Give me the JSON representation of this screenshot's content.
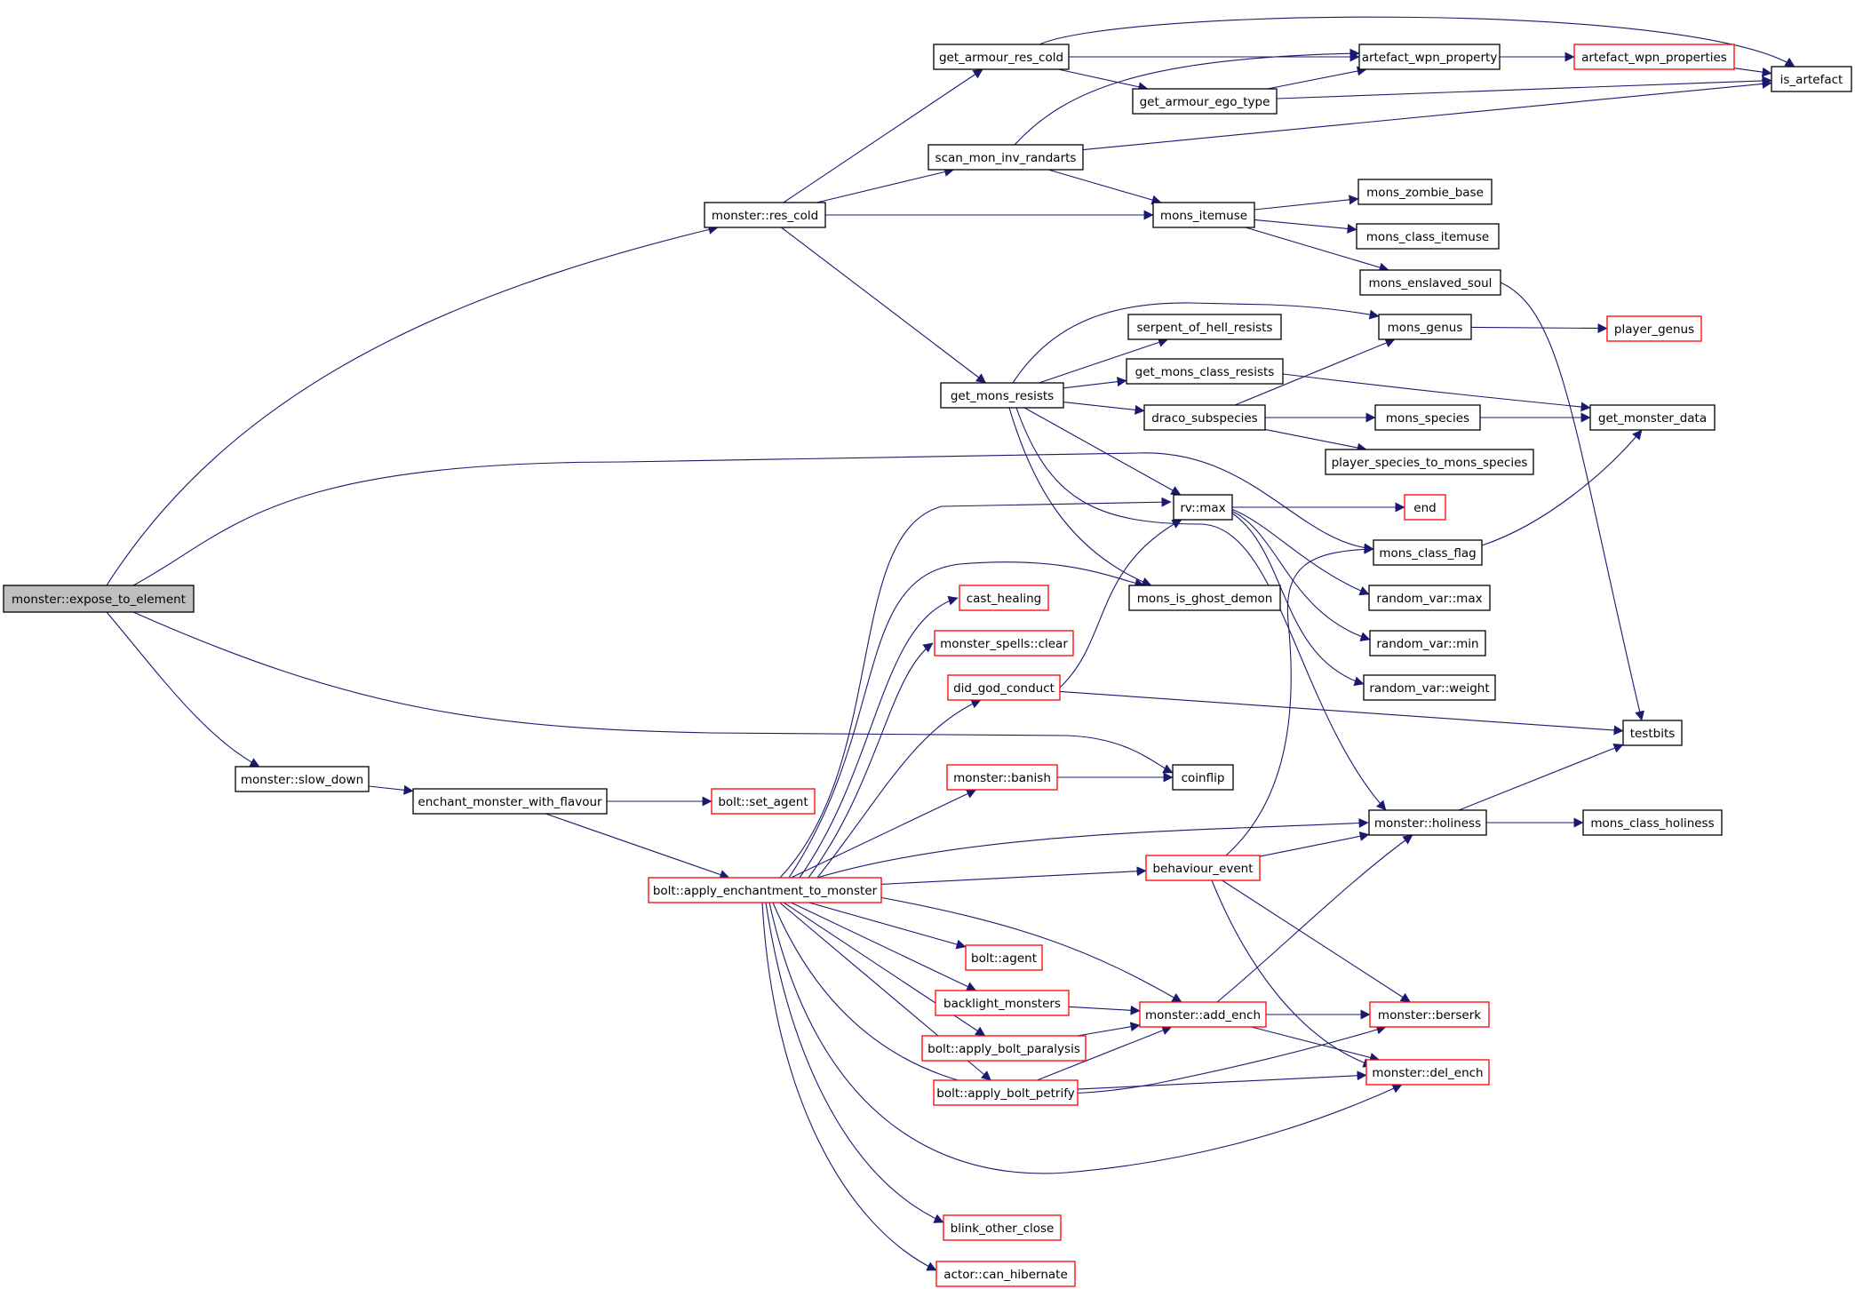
{
  "title": "",
  "colors": {
    "edge": "#191970",
    "arrowhead": "#191970",
    "node_border_linked": "#000000",
    "node_border_undocumented": "#ff0000",
    "root_fill": "#bfbfbf",
    "node_fill": "#ffffff",
    "background": "#ffffff"
  },
  "nodes": [
    {
      "id": "expose_to_element",
      "label": "monster::expose_to_element",
      "style": "root"
    },
    {
      "id": "res_cold",
      "label": "monster::res_cold",
      "style": "black"
    },
    {
      "id": "slow_down",
      "label": "monster::slow_down",
      "style": "black"
    },
    {
      "id": "get_armour_res_cold",
      "label": "get_armour_res_cold",
      "style": "black"
    },
    {
      "id": "scan_mon_inv_randarts",
      "label": "scan_mon_inv_randarts",
      "style": "black"
    },
    {
      "id": "get_mons_resists",
      "label": "get_mons_resists",
      "style": "black"
    },
    {
      "id": "artefact_wpn_property",
      "label": "artefact_wpn_property",
      "style": "black"
    },
    {
      "id": "get_armour_ego_type",
      "label": "get_armour_ego_type",
      "style": "black"
    },
    {
      "id": "artefact_wpn_properties",
      "label": "artefact_wpn_properties",
      "style": "red"
    },
    {
      "id": "is_artefact",
      "label": "is_artefact",
      "style": "black"
    },
    {
      "id": "mons_itemuse",
      "label": "mons_itemuse",
      "style": "black"
    },
    {
      "id": "mons_zombie_base",
      "label": "mons_zombie_base",
      "style": "black"
    },
    {
      "id": "mons_class_itemuse",
      "label": "mons_class_itemuse",
      "style": "black"
    },
    {
      "id": "mons_enslaved_soul",
      "label": "mons_enslaved_soul",
      "style": "black"
    },
    {
      "id": "serpent_of_hell_resists",
      "label": "serpent_of_hell_resists",
      "style": "black"
    },
    {
      "id": "mons_genus",
      "label": "mons_genus",
      "style": "black"
    },
    {
      "id": "player_genus",
      "label": "player_genus",
      "style": "red"
    },
    {
      "id": "get_mons_class_resists",
      "label": "get_mons_class_resists",
      "style": "black"
    },
    {
      "id": "draco_subspecies",
      "label": "draco_subspecies",
      "style": "black"
    },
    {
      "id": "mons_species",
      "label": "mons_species",
      "style": "black"
    },
    {
      "id": "get_monster_data",
      "label": "get_monster_data",
      "style": "black"
    },
    {
      "id": "player_species_to_mons_species",
      "label": "player_species_to_mons_species",
      "style": "black"
    },
    {
      "id": "rv_max",
      "label": "rv::max",
      "style": "black"
    },
    {
      "id": "end",
      "label": "end",
      "style": "red"
    },
    {
      "id": "mons_class_flag",
      "label": "mons_class_flag",
      "style": "black"
    },
    {
      "id": "random_var_max",
      "label": "random_var::max",
      "style": "black"
    },
    {
      "id": "random_var_min",
      "label": "random_var::min",
      "style": "black"
    },
    {
      "id": "random_var_weight",
      "label": "random_var::weight",
      "style": "black"
    },
    {
      "id": "mons_is_ghost_demon",
      "label": "mons_is_ghost_demon",
      "style": "black"
    },
    {
      "id": "cast_healing",
      "label": "cast_healing",
      "style": "red"
    },
    {
      "id": "monster_spells_clear",
      "label": "monster_spells::clear",
      "style": "red"
    },
    {
      "id": "did_god_conduct",
      "label": "did_god_conduct",
      "style": "red"
    },
    {
      "id": "testbits",
      "label": "testbits",
      "style": "black"
    },
    {
      "id": "monster_banish",
      "label": "monster::banish",
      "style": "red"
    },
    {
      "id": "coinflip",
      "label": "coinflip",
      "style": "black"
    },
    {
      "id": "enchant_monster_with_flavour",
      "label": "enchant_monster_with_flavour",
      "style": "black"
    },
    {
      "id": "bolt_set_agent",
      "label": "bolt::set_agent",
      "style": "red"
    },
    {
      "id": "monster_holiness",
      "label": "monster::holiness",
      "style": "black"
    },
    {
      "id": "mons_class_holiness",
      "label": "mons_class_holiness",
      "style": "black"
    },
    {
      "id": "bolt_apply_enchantment_to_monster",
      "label": "bolt::apply_enchantment_to_monster",
      "style": "red"
    },
    {
      "id": "behaviour_event",
      "label": "behaviour_event",
      "style": "red"
    },
    {
      "id": "bolt_agent",
      "label": "bolt::agent",
      "style": "red"
    },
    {
      "id": "backlight_monsters",
      "label": "backlight_monsters",
      "style": "red"
    },
    {
      "id": "monster_add_ench",
      "label": "monster::add_ench",
      "style": "red"
    },
    {
      "id": "monster_berserk",
      "label": "monster::berserk",
      "style": "red"
    },
    {
      "id": "bolt_apply_bolt_paralysis",
      "label": "bolt::apply_bolt_paralysis",
      "style": "red"
    },
    {
      "id": "bolt_apply_bolt_petrify",
      "label": "bolt::apply_bolt_petrify",
      "style": "red"
    },
    {
      "id": "monster_del_ench",
      "label": "monster::del_ench",
      "style": "red"
    },
    {
      "id": "blink_other_close",
      "label": "blink_other_close",
      "style": "red"
    },
    {
      "id": "actor_can_hibernate",
      "label": "actor::can_hibernate",
      "style": "red"
    }
  ],
  "edges": [
    [
      "expose_to_element",
      "res_cold"
    ],
    [
      "expose_to_element",
      "mons_class_flag"
    ],
    [
      "expose_to_element",
      "slow_down"
    ],
    [
      "expose_to_element",
      "coinflip"
    ],
    [
      "res_cold",
      "get_armour_res_cold"
    ],
    [
      "res_cold",
      "scan_mon_inv_randarts"
    ],
    [
      "res_cold",
      "mons_itemuse"
    ],
    [
      "res_cold",
      "get_mons_resists"
    ],
    [
      "get_armour_res_cold",
      "artefact_wpn_property"
    ],
    [
      "get_armour_res_cold",
      "get_armour_ego_type"
    ],
    [
      "get_armour_res_cold",
      "is_artefact"
    ],
    [
      "get_armour_ego_type",
      "artefact_wpn_property"
    ],
    [
      "get_armour_ego_type",
      "is_artefact"
    ],
    [
      "artefact_wpn_property",
      "artefact_wpn_properties"
    ],
    [
      "artefact_wpn_properties",
      "is_artefact"
    ],
    [
      "scan_mon_inv_randarts",
      "artefact_wpn_property"
    ],
    [
      "scan_mon_inv_randarts",
      "is_artefact"
    ],
    [
      "scan_mon_inv_randarts",
      "mons_itemuse"
    ],
    [
      "mons_itemuse",
      "mons_zombie_base"
    ],
    [
      "mons_itemuse",
      "mons_class_itemuse"
    ],
    [
      "mons_itemuse",
      "mons_enslaved_soul"
    ],
    [
      "mons_enslaved_soul",
      "testbits"
    ],
    [
      "get_mons_resists",
      "serpent_of_hell_resists"
    ],
    [
      "get_mons_resists",
      "get_mons_class_resists"
    ],
    [
      "get_mons_resists",
      "mons_genus"
    ],
    [
      "get_mons_resists",
      "draco_subspecies"
    ],
    [
      "get_mons_resists",
      "rv_max"
    ],
    [
      "get_mons_resists",
      "mons_is_ghost_demon"
    ],
    [
      "get_mons_resists",
      "monster_holiness"
    ],
    [
      "get_mons_class_resists",
      "get_monster_data"
    ],
    [
      "draco_subspecies",
      "mons_genus"
    ],
    [
      "draco_subspecies",
      "mons_species"
    ],
    [
      "draco_subspecies",
      "player_species_to_mons_species"
    ],
    [
      "mons_genus",
      "player_genus"
    ],
    [
      "mons_species",
      "get_monster_data"
    ],
    [
      "mons_class_flag",
      "get_monster_data"
    ],
    [
      "rv_max",
      "end"
    ],
    [
      "rv_max",
      "random_var_max"
    ],
    [
      "rv_max",
      "random_var_min"
    ],
    [
      "rv_max",
      "random_var_weight"
    ],
    [
      "slow_down",
      "enchant_monster_with_flavour"
    ],
    [
      "enchant_monster_with_flavour",
      "bolt_set_agent"
    ],
    [
      "enchant_monster_with_flavour",
      "bolt_apply_enchantment_to_monster"
    ],
    [
      "bolt_apply_enchantment_to_monster",
      "rv_max"
    ],
    [
      "bolt_apply_enchantment_to_monster",
      "mons_is_ghost_demon"
    ],
    [
      "bolt_apply_enchantment_to_monster",
      "cast_healing"
    ],
    [
      "bolt_apply_enchantment_to_monster",
      "monster_spells_clear"
    ],
    [
      "bolt_apply_enchantment_to_monster",
      "did_god_conduct"
    ],
    [
      "bolt_apply_enchantment_to_monster",
      "monster_banish"
    ],
    [
      "bolt_apply_enchantment_to_monster",
      "monster_holiness"
    ],
    [
      "bolt_apply_enchantment_to_monster",
      "behaviour_event"
    ],
    [
      "bolt_apply_enchantment_to_monster",
      "bolt_agent"
    ],
    [
      "bolt_apply_enchantment_to_monster",
      "backlight_monsters"
    ],
    [
      "bolt_apply_enchantment_to_monster",
      "monster_add_ench"
    ],
    [
      "bolt_apply_enchantment_to_monster",
      "bolt_apply_bolt_paralysis"
    ],
    [
      "bolt_apply_enchantment_to_monster",
      "bolt_apply_bolt_petrify"
    ],
    [
      "bolt_apply_enchantment_to_monster",
      "monster_berserk"
    ],
    [
      "bolt_apply_enchantment_to_monster",
      "monster_del_ench"
    ],
    [
      "bolt_apply_enchantment_to_monster",
      "blink_other_close"
    ],
    [
      "bolt_apply_enchantment_to_monster",
      "actor_can_hibernate"
    ],
    [
      "did_god_conduct",
      "rv_max"
    ],
    [
      "did_god_conduct",
      "testbits"
    ],
    [
      "monster_banish",
      "coinflip"
    ],
    [
      "behaviour_event",
      "monster_holiness"
    ],
    [
      "behaviour_event",
      "mons_class_flag"
    ],
    [
      "behaviour_event",
      "monster_berserk"
    ],
    [
      "behaviour_event",
      "monster_del_ench"
    ],
    [
      "backlight_monsters",
      "monster_add_ench"
    ],
    [
      "bolt_apply_bolt_paralysis",
      "monster_add_ench"
    ],
    [
      "bolt_apply_bolt_petrify",
      "monster_add_ench"
    ],
    [
      "bolt_apply_bolt_petrify",
      "monster_del_ench"
    ],
    [
      "monster_add_ench",
      "monster_holiness"
    ],
    [
      "monster_add_ench",
      "monster_berserk"
    ],
    [
      "monster_add_ench",
      "monster_del_ench"
    ],
    [
      "monster_holiness",
      "testbits"
    ],
    [
      "monster_holiness",
      "mons_class_holiness"
    ]
  ]
}
